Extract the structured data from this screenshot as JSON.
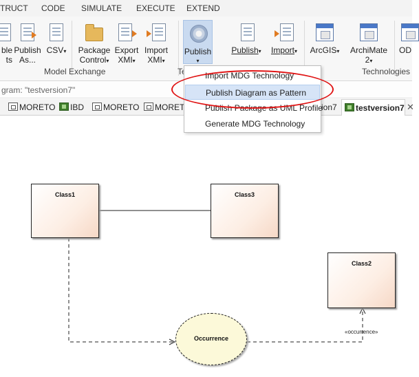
{
  "menu_tabs": [
    "TRUCT",
    "CODE",
    "SIMULATE",
    "EXECUTE",
    "EXTEND"
  ],
  "ribbon": {
    "buttons": {
      "partial_left": [
        "ble",
        "ts"
      ],
      "publish_as": [
        "Publish",
        "As..."
      ],
      "csv": "CSV",
      "package_control": [
        "Package",
        "Control"
      ],
      "export_xmi": [
        "Export",
        "XMI"
      ],
      "import_xmi": [
        "Import",
        "XMI"
      ],
      "publish_mdg": "Publish",
      "publish_menu": "Publish",
      "import_menu": "Import",
      "arcgis": "ArcGIS",
      "archimate": [
        "ArchiMate",
        "2"
      ],
      "partial_right": "OD"
    },
    "groups": {
      "model_exchange": "Model Exchange",
      "partial_te": "Te",
      "technologies": "Technologies"
    }
  },
  "address_bar": {
    "text": "gram: \"testversion7\""
  },
  "diagram_tabs": [
    {
      "label": "MORETO",
      "icon": "class-diagram-icon"
    },
    {
      "label": "IBD",
      "icon": "ibd-diagram-icon"
    },
    {
      "label": "MORETO",
      "icon": "class-diagram-icon"
    },
    {
      "label": "MORETO",
      "icon": "class-diagram-icon"
    },
    {
      "label": "sion7",
      "icon": "none"
    },
    {
      "label": "testversion7",
      "icon": "ibd-diagram-icon",
      "active": true
    }
  ],
  "tab_close": "✕",
  "dropdown": {
    "items": [
      "Import MDG Technology",
      "Publish Diagram as Pattern",
      "Publish Package as UML Profile",
      "Generate MDG Technology"
    ],
    "highlighted_index": 1,
    "annotation_color": "#e01515"
  },
  "diagram": {
    "classes": [
      "Class1",
      "Class3",
      "Class2"
    ],
    "occurrence": "Occurrence",
    "stereotype": "«occurrence»"
  }
}
